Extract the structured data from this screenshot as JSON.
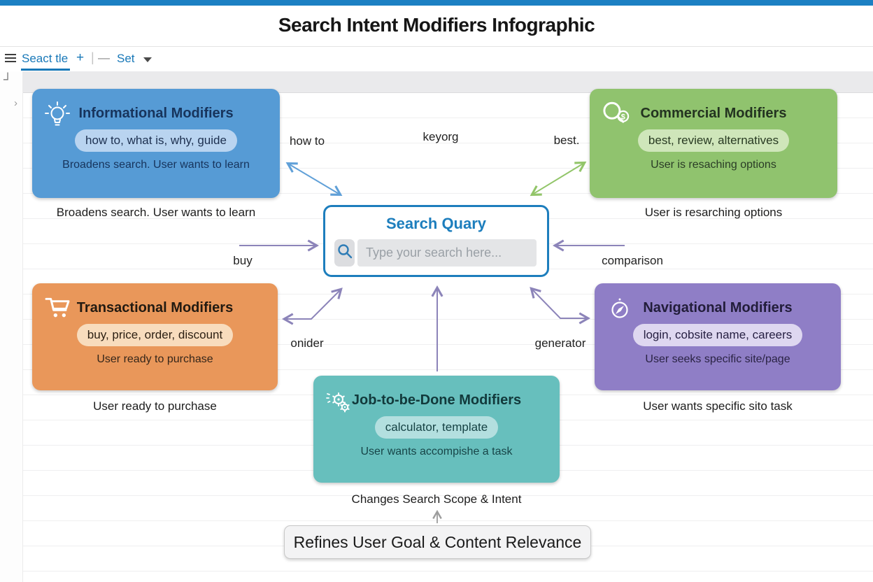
{
  "header": {
    "title": "Search Intent Modifiers Infographic"
  },
  "tab_bar": {
    "active_tab": "Seact tle",
    "add_tab": "+",
    "separator": "|",
    "dash": "—",
    "menu": "Set"
  },
  "canvas_marks": {
    "corner_mark": "┘",
    "row_chevron": "›"
  },
  "cards": {
    "informational": {
      "icon": "lightbulb-icon",
      "title": "Informational Modifiers",
      "pill": "how to, what is, why, guide",
      "desc": "Broadens search. User wants to learn",
      "caption": "Broadens search. User wants to learn",
      "color": "#569bd5"
    },
    "commercial": {
      "icon": "search-dollar-icon",
      "title": "Commercial Modifiers",
      "pill": "best, review, alternatives",
      "desc": "User is resaching options",
      "caption": "User is resarching options",
      "color": "#90c36e"
    },
    "transactional": {
      "icon": "shopping-cart-icon",
      "title": "Transactional Modifiers",
      "pill": "buy, price, order, discount",
      "desc": "User ready to purchase",
      "caption": "User ready to purchase",
      "color": "#e9975a"
    },
    "navigational": {
      "icon": "compass-icon",
      "title": "Navigational Modifiers",
      "pill": "login, cobsite name, careers",
      "desc": "User seeks specific site/page",
      "caption": "User wants specific sito task",
      "color": "#8f7ec6"
    },
    "job_to_be_done": {
      "icon": "gears-icon",
      "title": "Job-to-be-Done Modifiers",
      "pill": "calculator, template",
      "desc": "User wants accompishe a task",
      "caption": "Changes Search Scope & Intent",
      "color": "#67bfbd"
    }
  },
  "search_box": {
    "title": "Search Quary",
    "placeholder": "Type your search here...",
    "icon": "search-icon"
  },
  "arrow_labels": {
    "top_left": "how to",
    "top_center": "keyorg",
    "top_right": "best.",
    "mid_left": "buy",
    "mid_right": "comparison",
    "bottom_left": "onider",
    "bottom_right": "generator"
  },
  "footer": {
    "box_label": "Refines User Goal & Content Relevance"
  },
  "colors": {
    "top_bar": "#1c80c3",
    "tab_accent": "#1878b8",
    "search_accent": "#1d7ebd",
    "arrow_blue": "#60a0d8",
    "arrow_green": "#92c569",
    "arrow_purple": "#8c84b9",
    "arrow_gray": "#9d9d9d"
  }
}
